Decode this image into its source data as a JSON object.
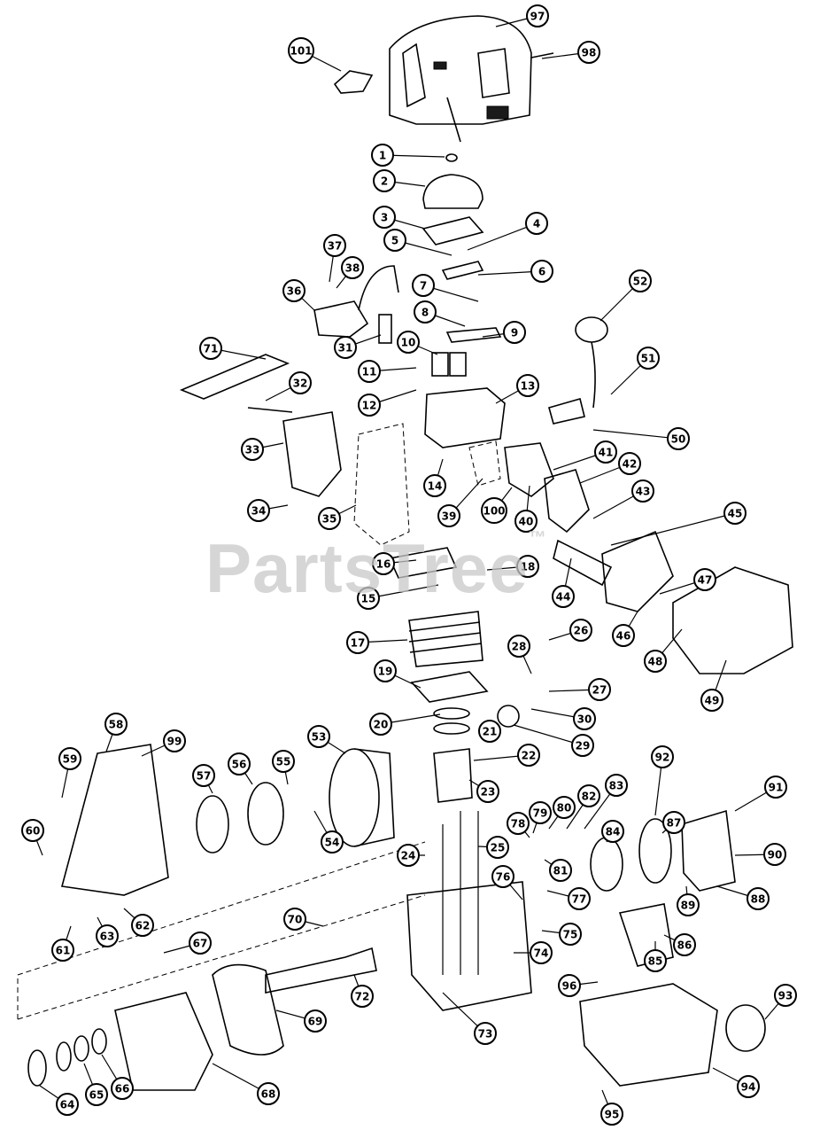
{
  "watermark": {
    "text": "PartsTree",
    "mark": "™"
  },
  "callouts": [
    "97",
    "98",
    "101",
    "1",
    "2",
    "3",
    "4",
    "5",
    "6",
    "7",
    "8",
    "9",
    "10",
    "11",
    "12",
    "13",
    "14",
    "37",
    "38",
    "36",
    "31",
    "52",
    "51",
    "50",
    "71",
    "32",
    "33",
    "34",
    "35",
    "39",
    "100",
    "40",
    "41",
    "42",
    "43",
    "45",
    "44",
    "47",
    "46",
    "48",
    "49",
    "16",
    "15",
    "18",
    "17",
    "26",
    "28",
    "27",
    "19",
    "30",
    "29",
    "20",
    "21",
    "22",
    "23",
    "99",
    "58",
    "59",
    "53",
    "57",
    "56",
    "55",
    "54",
    "60",
    "24",
    "25",
    "61",
    "63",
    "62",
    "78",
    "79",
    "80",
    "82",
    "83",
    "92",
    "91",
    "84",
    "87",
    "90",
    "76",
    "81",
    "77",
    "89",
    "88",
    "70",
    "67",
    "75",
    "74",
    "86",
    "85",
    "72",
    "69",
    "96",
    "93",
    "73",
    "94",
    "64",
    "65",
    "66",
    "68",
    "95"
  ]
}
